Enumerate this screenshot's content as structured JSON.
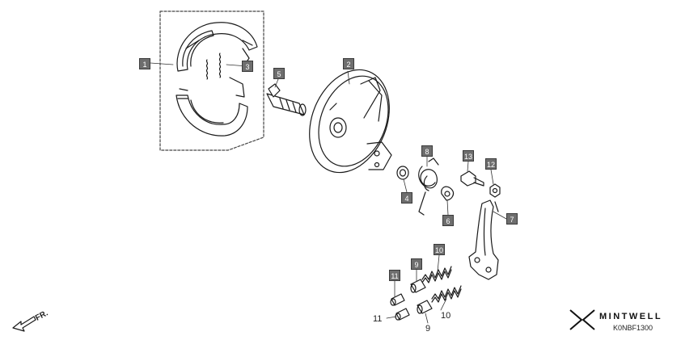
{
  "callouts": {
    "c1": "1",
    "c2": "2",
    "c3": "3",
    "c4": "4",
    "c5": "5",
    "c6": "6",
    "c7": "7",
    "c8": "8",
    "c9_top": "9",
    "c10_top": "10",
    "c11_top": "11",
    "c12": "12",
    "c13": "13"
  },
  "plain_labels": {
    "p9": "9",
    "p10": "10",
    "p11": "11"
  },
  "direction": {
    "label": "FR."
  },
  "brand": {
    "name": "MINTWELL",
    "code": "K0NBF1300"
  }
}
